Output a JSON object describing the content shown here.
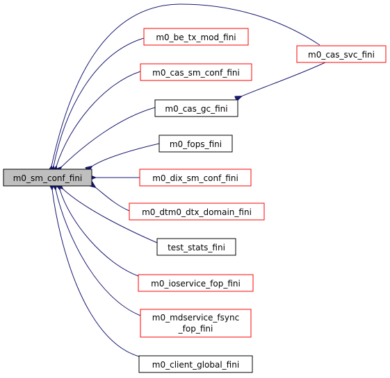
{
  "colors": {
    "edge": "#191970",
    "box_black": "#000000",
    "box_red": "#ff0000",
    "box_focus_fill": "#bfbfbf",
    "background": "#ffffff"
  },
  "nodes": {
    "sm_conf_fini": {
      "label": "m0_sm_conf_fini"
    },
    "be_tx_mod_fini": {
      "label": "m0_be_tx_mod_fini"
    },
    "cas_sm_conf_fini": {
      "label": "m0_cas_sm_conf_fini"
    },
    "cas_gc_fini": {
      "label": "m0_cas_gc_fini"
    },
    "fops_fini": {
      "label": "m0_fops_fini"
    },
    "dix_sm_conf_fini": {
      "label": "m0_dix_sm_conf_fini"
    },
    "dtm0_dtx_domain_fini": {
      "label": "m0_dtm0_dtx_domain_fini"
    },
    "test_stats_fini": {
      "label": "test_stats_fini"
    },
    "ioservice_fop_fini": {
      "label": "m0_ioservice_fop_fini"
    },
    "mdservice_fsync_fop_fini": {
      "label_line1": "m0_mdservice_fsync",
      "label_line2": "_fop_fini"
    },
    "client_global_fini": {
      "label": "m0_client_global_fini"
    },
    "cas_svc_fini": {
      "label": "m0_cas_svc_fini"
    }
  }
}
